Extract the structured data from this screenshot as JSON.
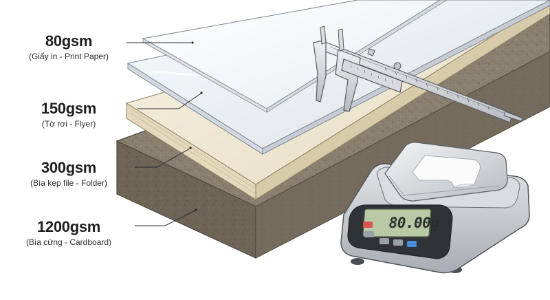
{
  "labels": [
    {
      "weight": "80gsm",
      "description": "(Giấy in - Print Paper)"
    },
    {
      "weight": "150gsm",
      "description": "(Tờ rơi - Flyer)"
    },
    {
      "weight": "300gsm",
      "description": "(Bìa kẹp file - Folder)"
    },
    {
      "weight": "1200gsm",
      "description": "(Bìa cứng - Cardboard)"
    }
  ],
  "scale": {
    "reading": "80.00g"
  },
  "colors": {
    "print_paper": "#f7f8fa",
    "flyer": "#eef2f6",
    "folder": "#f1ead8",
    "cardboard": "#8a8070",
    "scale_body": "#c9ccd0",
    "display": "#b9c9a6",
    "button_red": "#d9534f",
    "button_blue": "#4a90d9"
  },
  "icons": [
    "vernier-caliper-icon",
    "digital-scale-icon"
  ]
}
